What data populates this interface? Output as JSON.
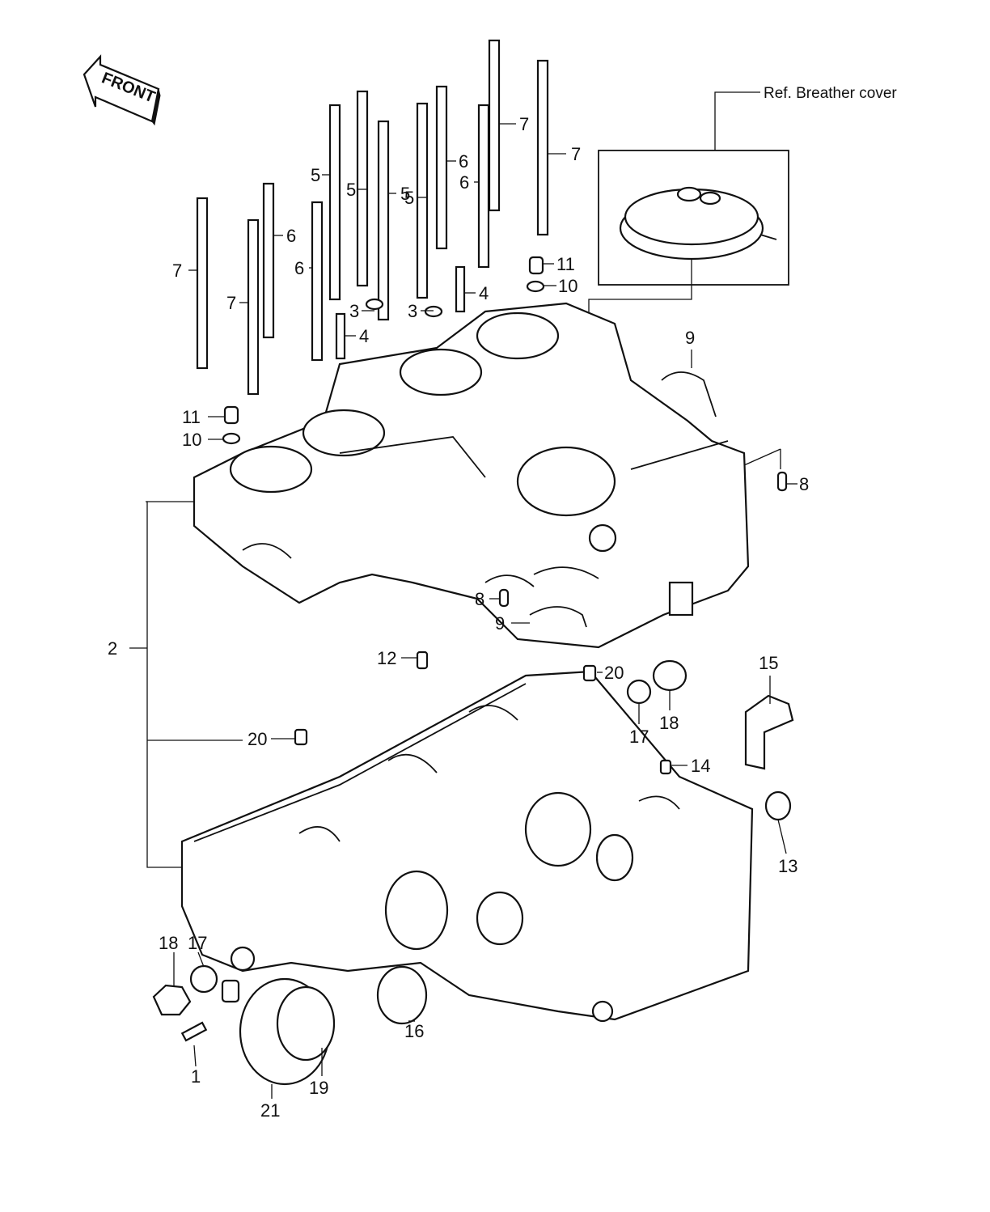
{
  "diagram": {
    "orientation_label": "FRONT",
    "reference_label": "Ref. Breather cover",
    "callouts": [
      "1",
      "2",
      "3",
      "4",
      "5",
      "6",
      "7",
      "8",
      "9",
      "10",
      "11",
      "12",
      "13",
      "14",
      "15",
      "16",
      "17",
      "18",
      "19",
      "20",
      "21"
    ]
  }
}
